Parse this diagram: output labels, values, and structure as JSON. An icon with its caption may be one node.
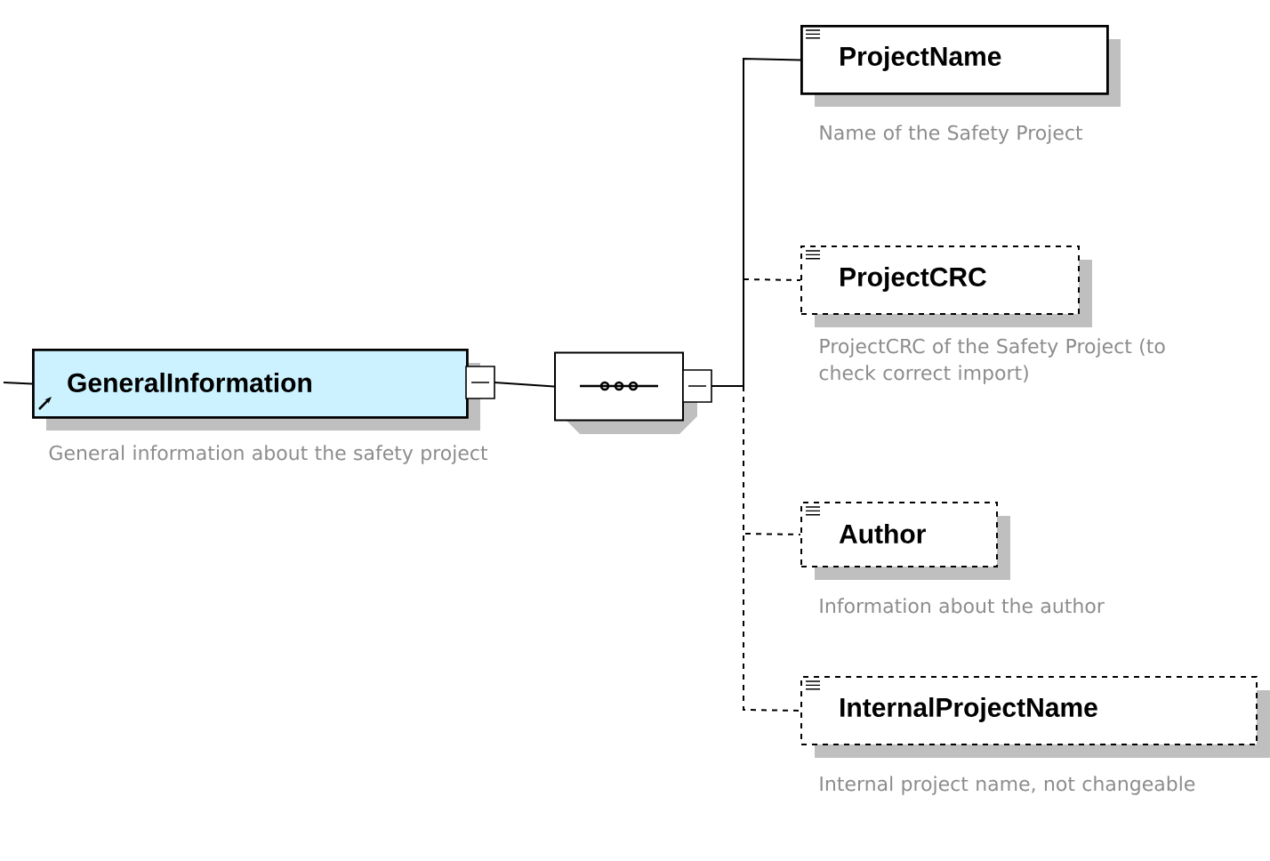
{
  "diagram": {
    "nodes": [
      {
        "text": [
          "GeneralInformation"
        ],
        "beside": [
          "General information about the safety project"
        ]
      },
      {
        "text": [],
        "shape": "octagon"
      },
      {
        "text": [
          "ProjectName"
        ],
        "beside": [
          "Name of the Safety Project"
        ]
      },
      {
        "text": [
          "ProjectCRC"
        ],
        "beside": [
          "ProjectCRC of the Safety Project (to check correct import)"
        ]
      },
      {
        "text": [
          "Author"
        ],
        "beside": [
          "Information about the author"
        ]
      },
      {
        "text": [
          "InternalProjectName"
        ],
        "beside": [
          "Internal project name, not changeable"
        ]
      }
    ],
    "edges": [
      {
        "from": null,
        "to": 0,
        "arrow": "none"
      },
      {
        "from": 0,
        "to": 1,
        "arrow": "none"
      },
      {
        "from": 1,
        "to": 2,
        "arrow": "none"
      },
      {
        "from": 1,
        "to": 3,
        "arrow": "none",
        "style": "dashed"
      },
      {
        "from": 1,
        "to": 4,
        "arrow": "none",
        "style": "dashed"
      },
      {
        "from": 1,
        "to": 5,
        "arrow": "none",
        "style": "dashed"
      }
    ]
  }
}
